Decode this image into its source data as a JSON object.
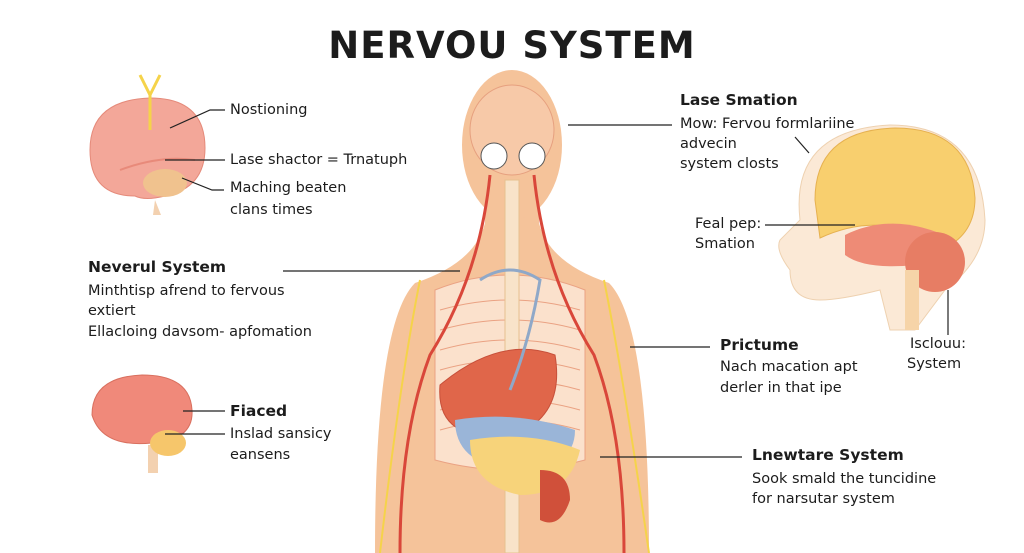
{
  "title": "NERVOU SYSTEM",
  "labels": {
    "brain_top": {
      "line1": "Nostioning",
      "line2": "Lase shactor = Trnatuph",
      "line3": "Maching beaten",
      "line4": "clans times"
    },
    "neverul": {
      "heading": "Neverul System",
      "line1": "Minthtisp afrend to fervous",
      "line2": "extiert",
      "line3": "Ellacloing davsom- apfomation"
    },
    "fiaced": {
      "heading": "Fiaced",
      "line1": "Inslad sansicy",
      "line2": "eansens"
    },
    "lase_smation": {
      "heading": "Lase Smation",
      "line1": "Mow: Fervou formlariine",
      "line2": "advecin",
      "line3": "system closts"
    },
    "feal_pep": {
      "line1": "Feal pep:",
      "line2": "Smation"
    },
    "isclouu": {
      "line1": "Isclouu:",
      "line2": "System"
    },
    "prictume": {
      "heading": "Prictume",
      "line1": "Nach macation apt",
      "line2": "derler in that ipe"
    },
    "lnewtare": {
      "heading": "Lnewtare System",
      "line1": "Sook smald the tuncidine",
      "line2": "for narsutar system"
    }
  },
  "colors": {
    "skin": "#f5c39a",
    "brain_pink": "#f2a190",
    "brain_yellow": "#f9d27a",
    "nerve_yellow": "#f5d34a",
    "artery_red": "#d9473a",
    "vein_blue": "#8fa8c8"
  }
}
